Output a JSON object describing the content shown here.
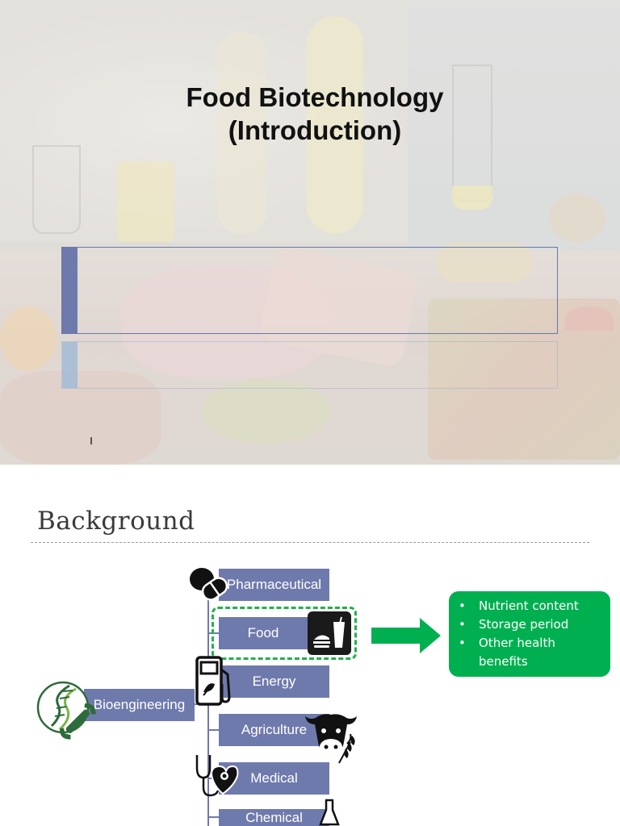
{
  "slide1": {
    "title_line1": "Food Biotechnology",
    "title_line2": "(Introduction)"
  },
  "slide2": {
    "title": "Background",
    "root": "Bioengineering",
    "categories": [
      {
        "label": "Pharmaceutical",
        "icon": "pills-icon"
      },
      {
        "label": "Food",
        "icon": "food-drink-icon"
      },
      {
        "label": "Energy",
        "icon": "fuel-pump-icon"
      },
      {
        "label": "Agriculture",
        "icon": "cow-icon"
      },
      {
        "label": "Medical",
        "icon": "stethoscope-heart-icon"
      },
      {
        "label": "Chemical",
        "icon": "flask-icon"
      }
    ],
    "root_icon": "dna-wrench-icon",
    "benefits": [
      "Nutrient content",
      "Storage period",
      "Other health benefits"
    ],
    "colors": {
      "category_box": "#6f7aac",
      "highlight": "#22b04b",
      "benefit_box": "#00b050"
    }
  }
}
